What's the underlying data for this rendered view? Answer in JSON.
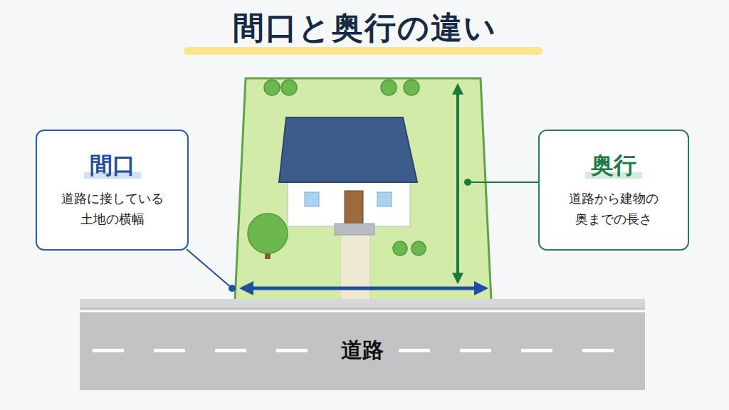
{
  "diagram": {
    "title": "間口と奥行の違い",
    "nodes": [
      {
        "text": [
          "間口",
          "道路に接している 土地の横幅"
        ]
      },
      {
        "text": [
          "奥行",
          "道路から建物の 奥までの長さ"
        ]
      },
      {
        "text": [
          "道路"
        ]
      }
    ]
  }
}
